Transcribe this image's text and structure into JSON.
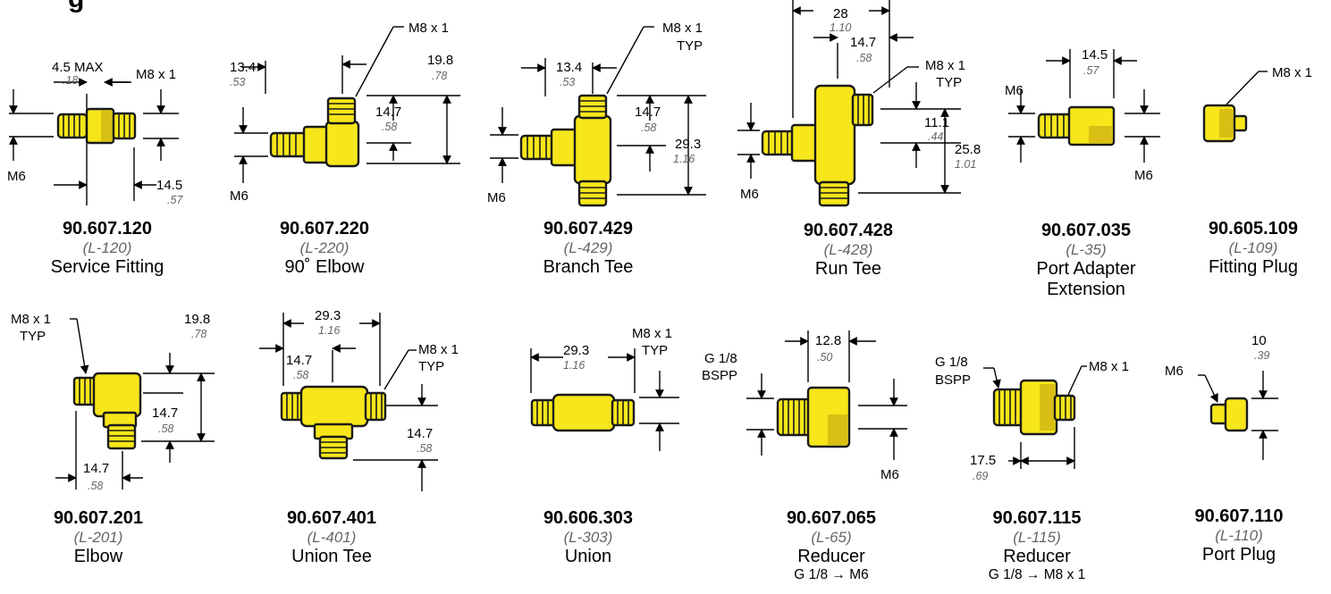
{
  "header_fragment": "g",
  "parts": [
    {
      "part_number": "90.607.120",
      "code": "(L-120)",
      "name": "Service Fitting",
      "sub": ""
    },
    {
      "part_number": "90.607.220",
      "code": "(L-220)",
      "name": "90˚ Elbow",
      "sub": ""
    },
    {
      "part_number": "90.607.429",
      "code": "(L-429)",
      "name": "Branch Tee",
      "sub": ""
    },
    {
      "part_number": "90.607.428",
      "code": "(L-428)",
      "name": "Run Tee",
      "sub": ""
    },
    {
      "part_number": "90.607.035",
      "code": "(L-35)",
      "name": "Port Adapter",
      "sub": "Extension"
    },
    {
      "part_number": "90.605.109",
      "code": "(L-109)",
      "name": "Fitting Plug",
      "sub": ""
    },
    {
      "part_number": "90.607.201",
      "code": "(L-201)",
      "name": "Elbow",
      "sub": ""
    },
    {
      "part_number": "90.607.401",
      "code": "(L-401)",
      "name": "Union Tee",
      "sub": ""
    },
    {
      "part_number": "90.606.303",
      "code": "(L-303)",
      "name": "Union",
      "sub": ""
    },
    {
      "part_number": "90.607.065",
      "code": "(L-65)",
      "name": "Reducer",
      "sub": "G 1/8 → M6"
    },
    {
      "part_number": "90.607.115",
      "code": "(L-115)",
      "name": "Reducer",
      "sub": "G 1/8 → M8 x 1"
    },
    {
      "part_number": "90.607.110",
      "code": "(L-110)",
      "name": "Port Plug",
      "sub": ""
    }
  ],
  "dims": {
    "d120": {
      "a": "4.5 MAX",
      "a_in": ".18",
      "b": "M8 x 1",
      "c": "M6",
      "d": "14.5",
      "d_in": ".57"
    },
    "d220": {
      "a": "13.4",
      "a_in": ".53",
      "b": "M8 x 1",
      "c": "19.8",
      "c_in": ".78",
      "d": "14.7",
      "d_in": ".58",
      "e": "M6"
    },
    "d429": {
      "a": "13.4",
      "a_in": ".53",
      "b": "M8 x 1",
      "b2": "TYP",
      "c": "14.7",
      "c_in": ".58",
      "d": "29.3",
      "d_in": "1.16",
      "e": "M6"
    },
    "d428": {
      "a": "28",
      "a_in": "1.10",
      "b": "14.7",
      "b_in": ".58",
      "c": "M8 x 1",
      "c2": "TYP",
      "d": "11.1",
      "d_in": ".44",
      "e": "25.8",
      "e_in": "1.01",
      "f": "M6"
    },
    "d035": {
      "a": "14.5",
      "a_in": ".57",
      "b": "M6",
      "c": "M6"
    },
    "d109": {
      "a": "M8 x 1"
    },
    "d201": {
      "a": "M8 x 1",
      "a2": "TYP",
      "b": "19.8",
      "b_in": ".78",
      "c": "14.7",
      "c_in": ".58",
      "d": "14.7",
      "d_in": ".58"
    },
    "d401": {
      "a": "29.3",
      "a_in": "1.16",
      "b": "14.7",
      "b_in": ".58",
      "c": "M8 x 1",
      "c2": "TYP",
      "d": "14.7",
      "d_in": ".58"
    },
    "d303": {
      "a": "29.3",
      "a_in": "1.16",
      "b": "M8 x 1",
      "b2": "TYP"
    },
    "d065": {
      "a": "12.8",
      "a_in": ".50",
      "b": "G 1/8",
      "b2": "BSPP",
      "c": "M6"
    },
    "d115": {
      "a": "G 1/8",
      "a2": "BSPP",
      "b": "M8 x 1",
      "c": "17.5",
      "c_in": ".69"
    },
    "d110": {
      "a": "10",
      "a_in": ".39",
      "b": "M6"
    }
  },
  "colors": {
    "part_fill": "#f6e61a",
    "part_shade": "#d9bf14",
    "outline": "#1a1a1a",
    "imperial_text": "#666666"
  }
}
